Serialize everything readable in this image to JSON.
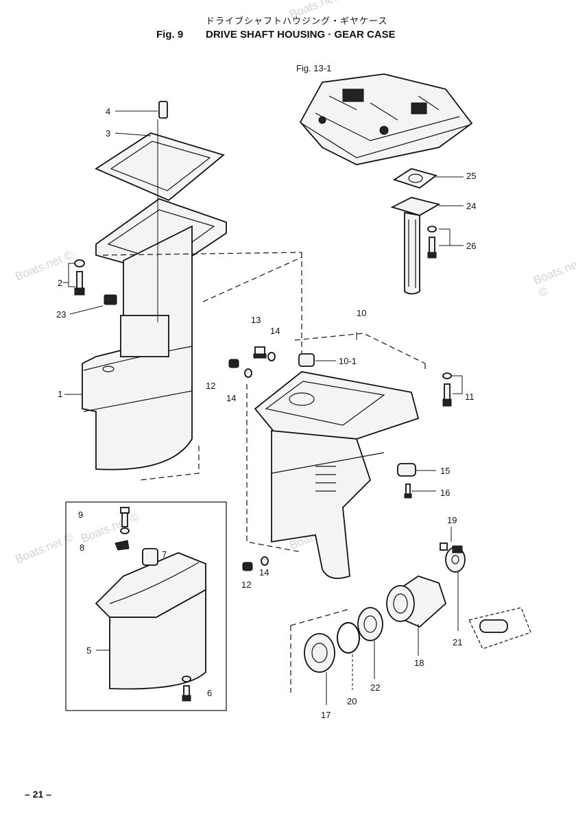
{
  "header": {
    "title_jp": "ドライブシャフトハウジング・ギヤケース",
    "fig_label": "Fig. 9",
    "title_en": "DRIVE SHAFT HOUSING · GEAR CASE"
  },
  "reference": {
    "label": "Fig. 13-1"
  },
  "callouts": {
    "c1": "1",
    "c2": "2",
    "c3": "3",
    "c4": "4",
    "c5": "5",
    "c6": "6",
    "c7": "7",
    "c8": "8",
    "c9": "9",
    "c10": "10",
    "c10_1": "10-1",
    "c11": "11",
    "c12a": "12",
    "c12b": "12",
    "c13": "13",
    "c14a": "14",
    "c14b": "14",
    "c14c": "14",
    "c15": "15",
    "c16": "16",
    "c17": "17",
    "c18": "18",
    "c19": "19",
    "c20": "20",
    "c21": "21",
    "c22": "22",
    "c23": "23",
    "c24": "24",
    "c25": "25",
    "c26": "26"
  },
  "footer": {
    "page_number": "– 21 –"
  },
  "watermark": {
    "text": "Boats.net ©"
  }
}
